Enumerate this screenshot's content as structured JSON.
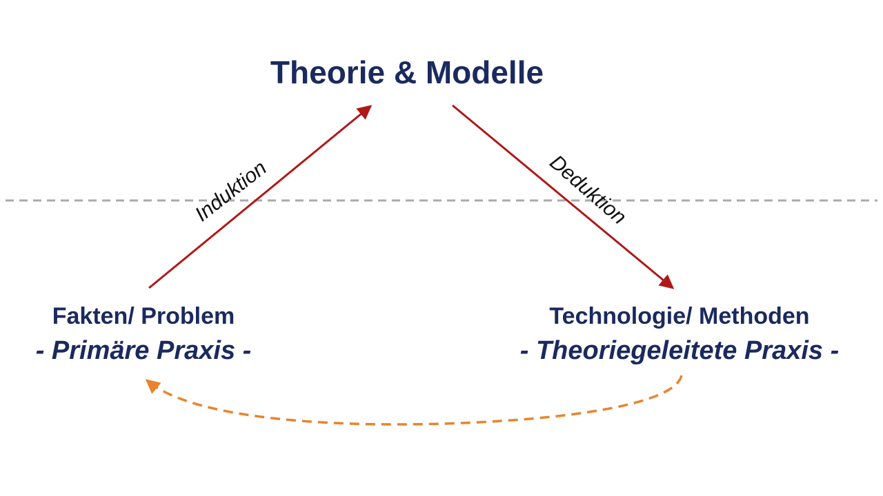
{
  "top_node": {
    "title": "Theorie & Modelle"
  },
  "left_node": {
    "label": "Fakten/ Problem",
    "subtitle": "- Primäre Praxis -"
  },
  "right_node": {
    "label": "Technologie/ Methoden",
    "subtitle": "- Theoriegeleitete Praxis -"
  },
  "edges": {
    "induction_label": "Induktion",
    "deduction_label": "Deduktion"
  },
  "colors": {
    "title_text": "#1a2a5e",
    "solid_arrow": "#b01818",
    "dashed_arrow": "#e8842c",
    "divider_line": "#aaaaaa"
  }
}
